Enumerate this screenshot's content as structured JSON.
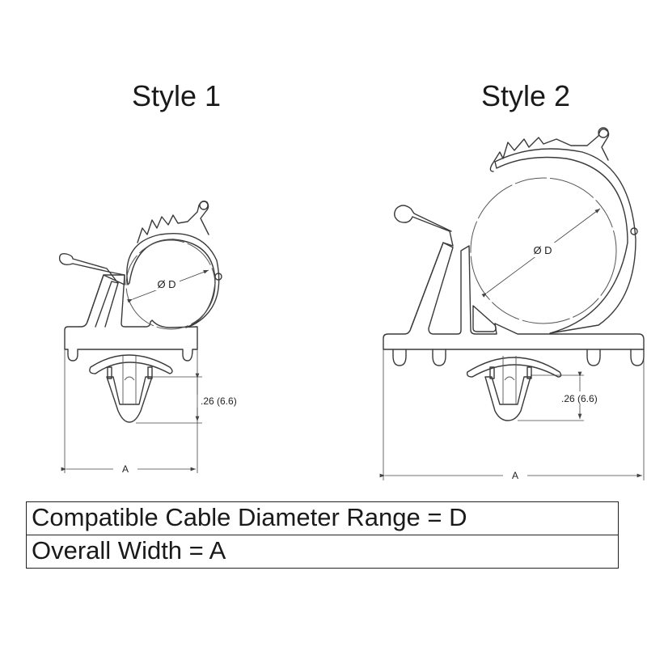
{
  "titles": {
    "style1": "Style 1",
    "style2": "Style 2"
  },
  "style1": {
    "diameter_label": "Ø D",
    "height_dim": ".26 (6.6)",
    "width_dim": "A"
  },
  "style2": {
    "diameter_label": "Ø D",
    "height_dim": ".26 (6.6)",
    "width_dim": "A"
  },
  "legend": {
    "rows": [
      "Compatible Cable Diameter Range = D",
      "Overall Width = A"
    ]
  },
  "colors": {
    "line": "#3a3a3a",
    "text": "#1a1a1a",
    "background": "#ffffff"
  }
}
